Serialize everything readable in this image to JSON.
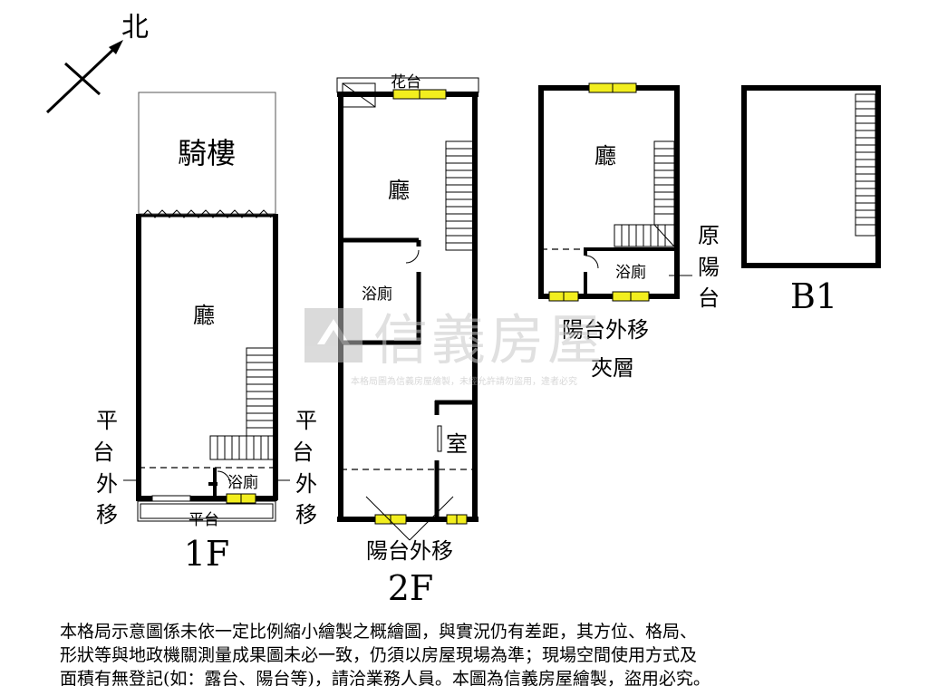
{
  "compass": {
    "label": "北"
  },
  "floor_1f": {
    "arcade_label": "騎樓",
    "living_label": "廳",
    "bath_label": "浴廁",
    "terrace_label": "平台",
    "left_note": "平台外移",
    "right_note": "平台外移",
    "floor_label": "1F"
  },
  "floor_2f": {
    "planter_label": "花台",
    "living_label": "廳",
    "bath_label": "浴廁",
    "room_label": "室",
    "balcony_note": "陽台外移",
    "floor_label": "2F"
  },
  "mezzanine": {
    "living_label": "廳",
    "bath_label": "浴廁",
    "orig_balcony_note": "原陽台",
    "balcony_note": "陽台外移",
    "floor_label": "夾層"
  },
  "floor_b1": {
    "floor_label": "B1"
  },
  "watermark": {
    "brand": "信義房屋",
    "note": "本格局圖為信義房屋繪製，未經允許請勿盜用，違者必究"
  },
  "disclaimer": {
    "line1": "本格局示意圖係未依一定比例縮小繪製之概繪圖，與實況仍有差距，其方位、格局、",
    "line2": "形狀等與地政機關測量成果圖未必一致，仍須以房屋現場為準；現場空間使用方式及",
    "line3": "面積有無登記(如：露台、陽台等)，請洽業務人員。本圖為信義房屋繪製，盜用必究。"
  },
  "colors": {
    "wall": "#000000",
    "window_fill": "#f2ee1e",
    "watermark": "#d8d8d8"
  }
}
